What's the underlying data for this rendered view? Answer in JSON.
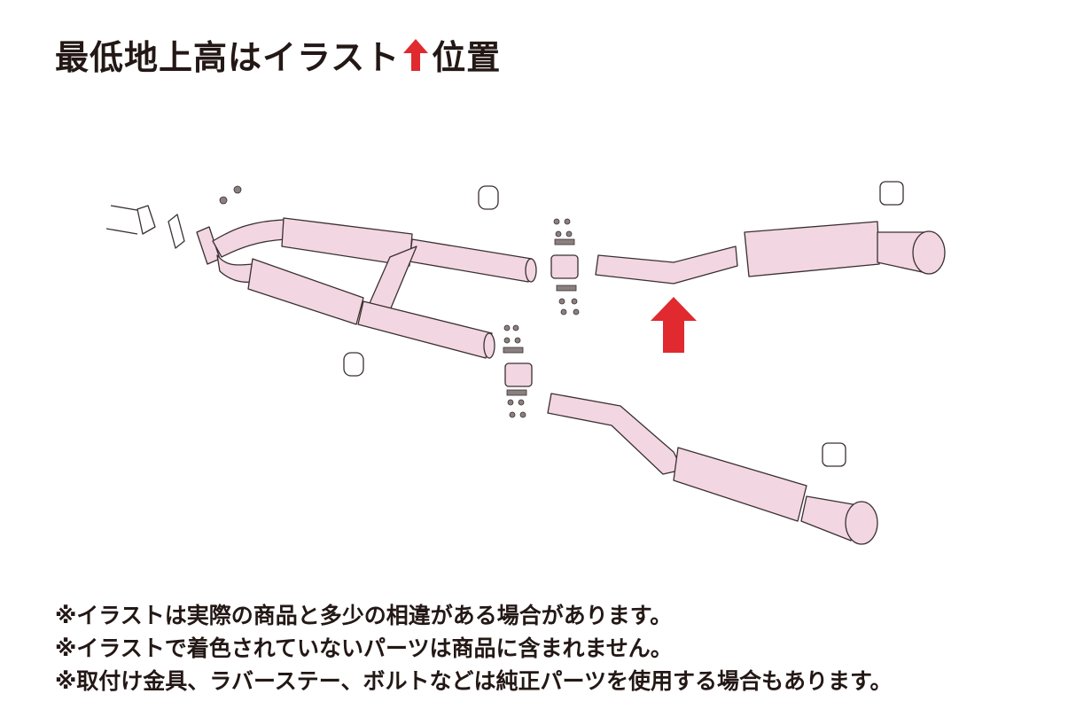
{
  "title": {
    "text_before_arrow": "最低地上高はイラスト",
    "arrow_icon": "red-up-arrow",
    "text_after_arrow": "位置"
  },
  "diagram": {
    "description": "Exploded view of dual exhaust system (Y-pipe with twin resonators, two rear mufflers with tips, clamps, bolts, rubber hangers)",
    "colors": {
      "part_fill": "#f2d6e2",
      "outline": "#3a3030",
      "arrow": "#e02a2f",
      "hardware": "#8a8080"
    },
    "arrow_marker": "ground-clearance-point"
  },
  "notes": [
    "※イラストは実際の商品と多少の相違がある場合があります。",
    "※イラストで着色されていないパーツは商品に含まれません。",
    "※取付け金具、ラバーステー、ボルトなどは純正パーツを使用する場合もあります。"
  ]
}
